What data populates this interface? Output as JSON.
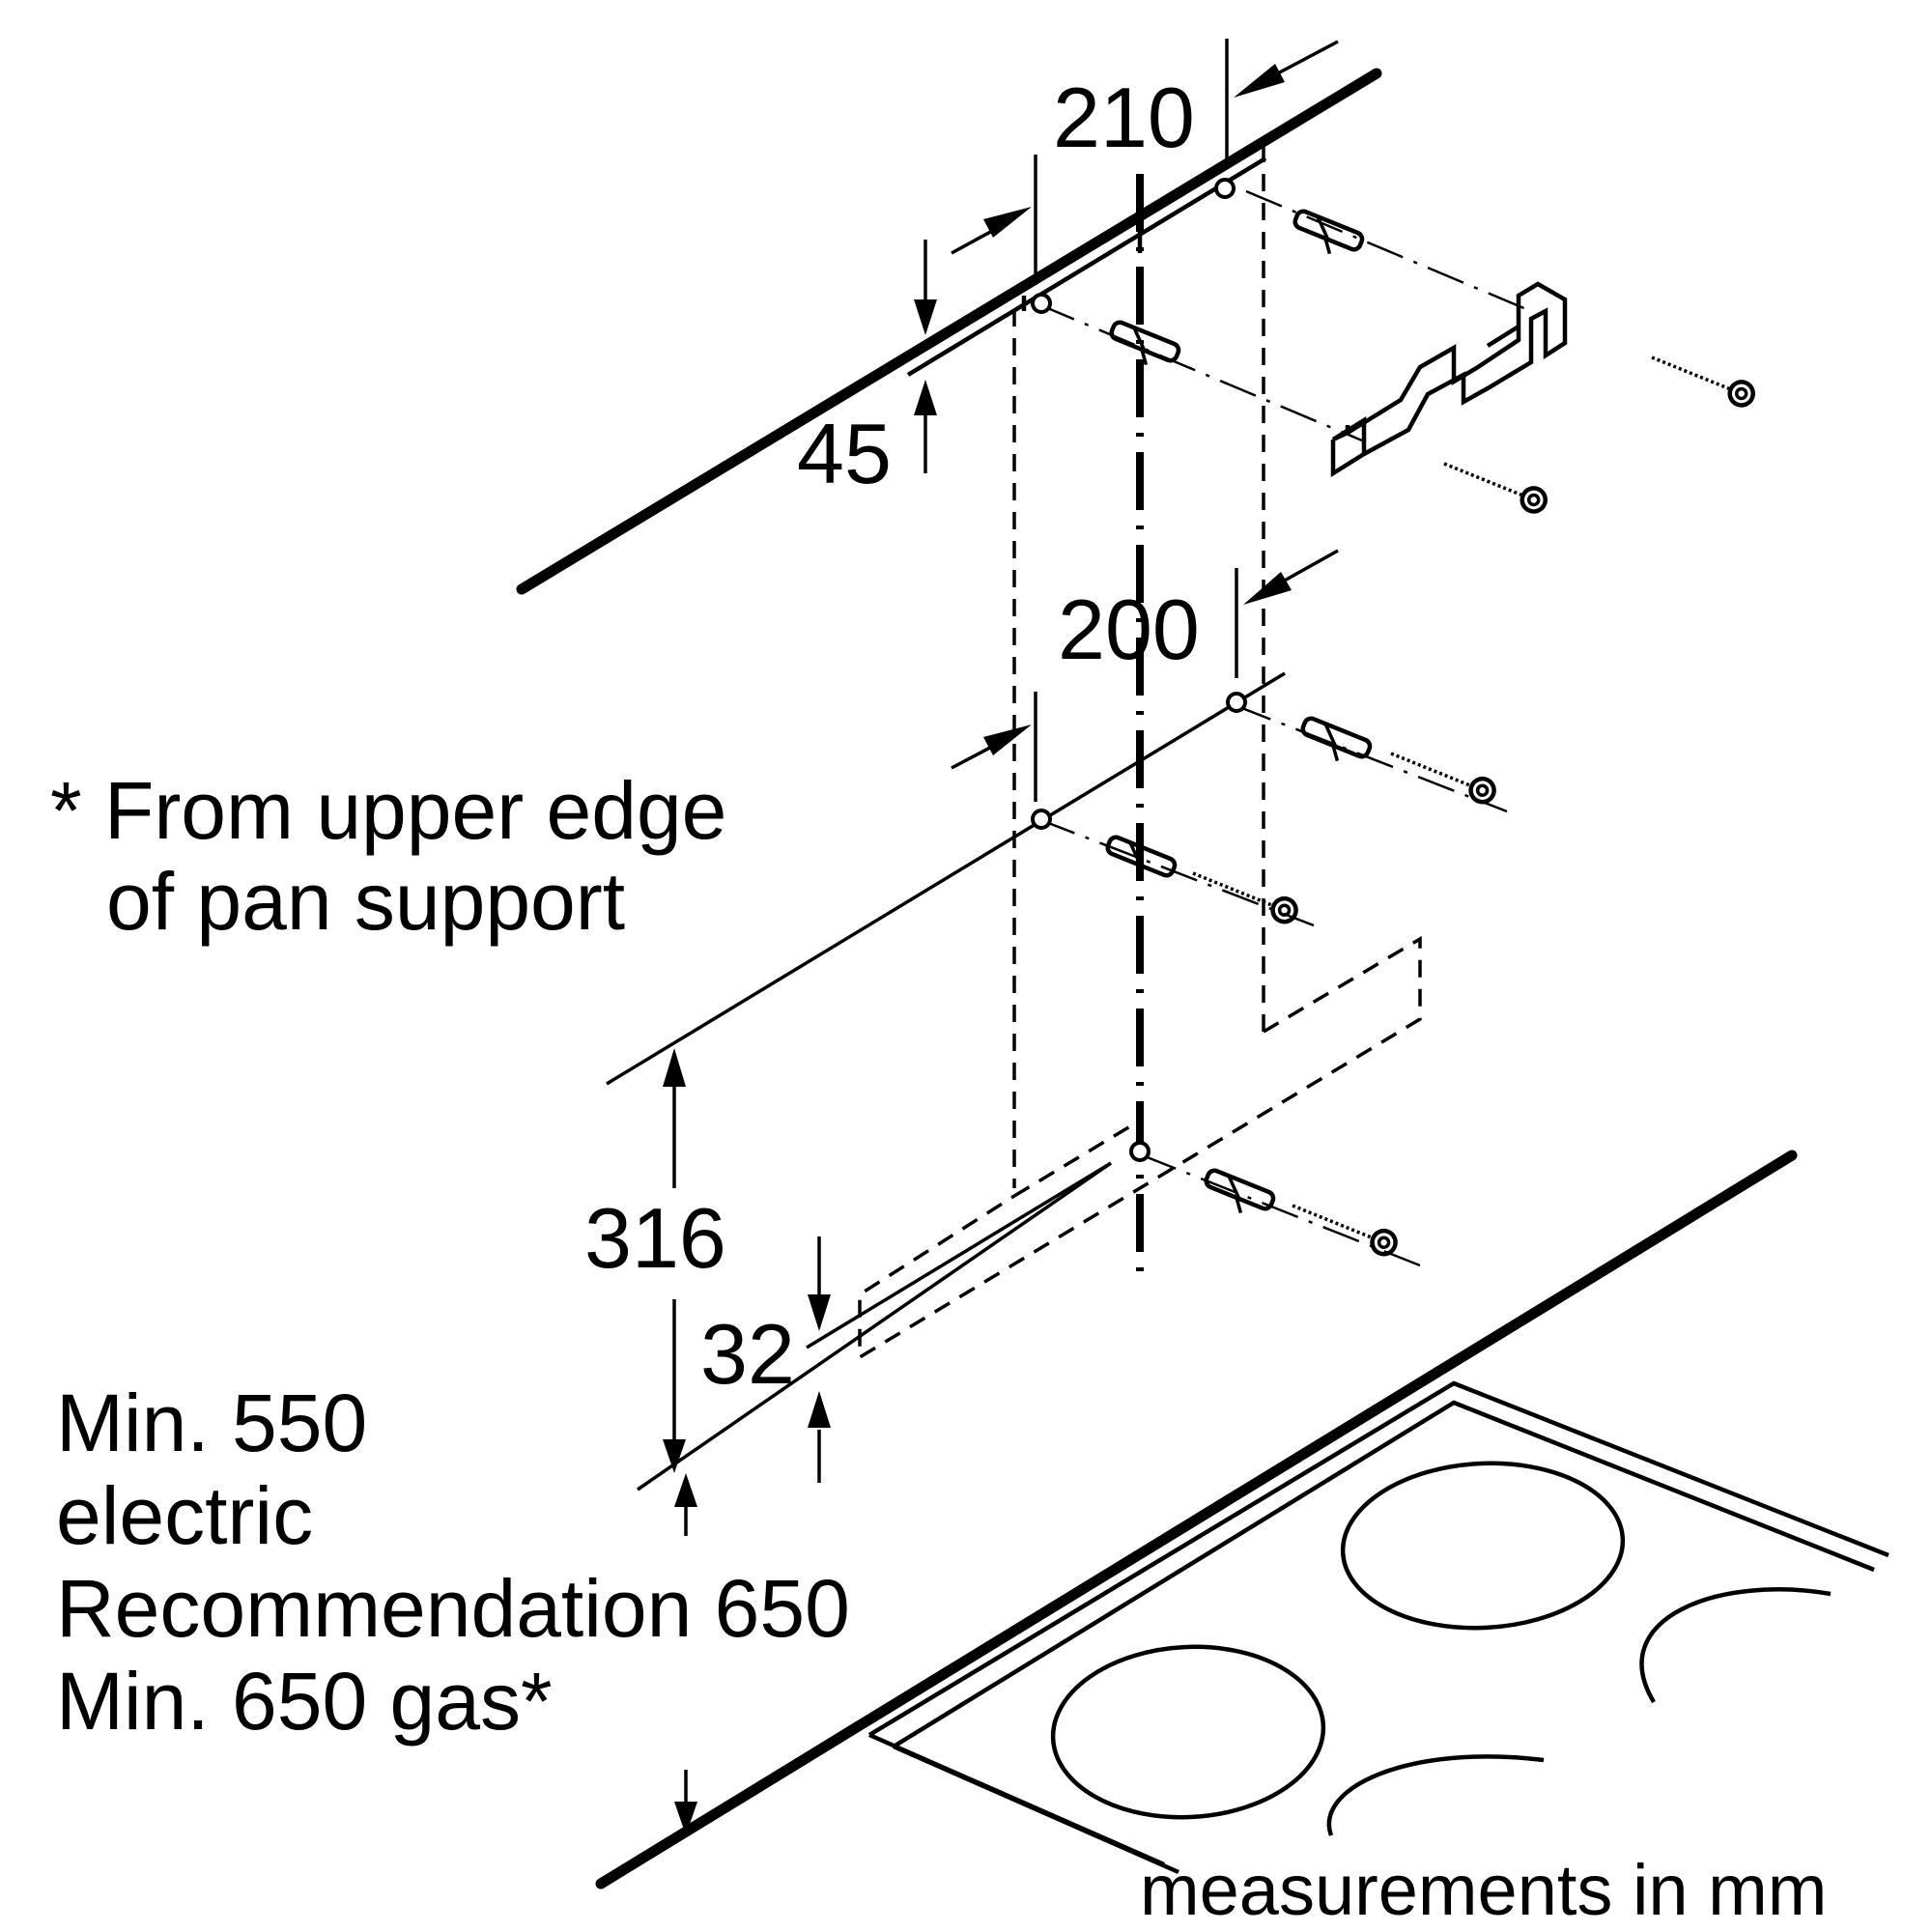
{
  "dimensions": {
    "d210": "210",
    "d45": "45",
    "d200": "200",
    "d316": "316",
    "d32": "32"
  },
  "notes": {
    "footnote_line1": "* From upper edge",
    "footnote_line2": "of pan support",
    "min_electric_1": "Min. 550",
    "min_electric_2": "electric",
    "recommendation": "Recommendation 650",
    "min_gas": "Min. 650 gas*",
    "units": "measurements in mm"
  },
  "icons": [
    "wall-plug-icon",
    "screw-icon",
    "bracket-icon",
    "hob-icon",
    "arrow-icon"
  ],
  "colors": {
    "line": "#000000",
    "background": "#ffffff"
  }
}
